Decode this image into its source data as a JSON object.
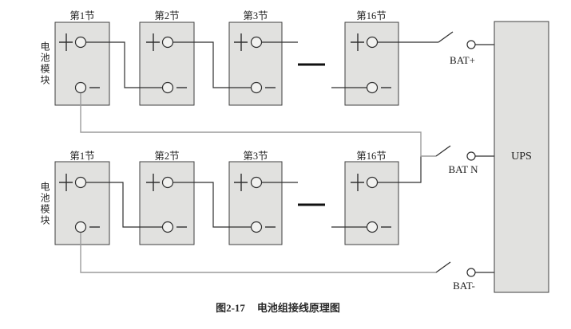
{
  "figure": {
    "caption": {
      "number": "图2-17",
      "title": "电池组接线原理图"
    },
    "battery_module_label": "电池模块",
    "rows": [
      {
        "cells": [
          "第1节",
          "第2节",
          "第3节",
          "第16节"
        ]
      },
      {
        "cells": [
          "第1节",
          "第2节",
          "第3节",
          "第16节"
        ]
      }
    ],
    "terminal_symbols": {
      "positive": "+",
      "negative": "−"
    },
    "bat_terminals": [
      "BAT+",
      "BAT N",
      "BAT-"
    ],
    "ups_label": "UPS",
    "colors": {
      "box_fill": "#e1e1df",
      "box_border": "#3f3f3f",
      "wire": "#2f2f2f",
      "wire_gray": "#9c9c9c",
      "text": "#222222"
    }
  }
}
